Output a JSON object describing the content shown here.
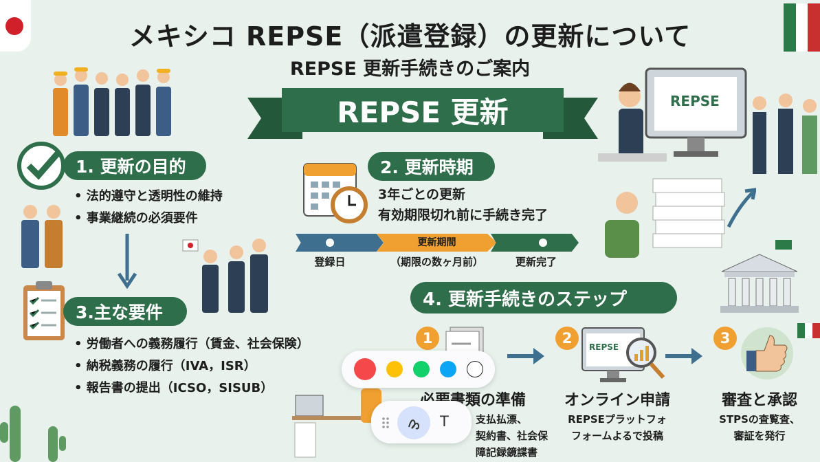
{
  "header": {
    "title": "メキシコ REPSE（派遣登録）の更新について",
    "subtitle": "REPSE 更新手続きのご案内",
    "banner": "REPSE 更新"
  },
  "section1": {
    "heading": "1. 更新の目的",
    "bullets": [
      "法的遵守と透明性の維持",
      "事業継続の必須要件"
    ]
  },
  "section2": {
    "heading": "2. 更新時期",
    "lines": [
      "3年ごとの更新",
      "有効期限切れ前に手続き完了"
    ],
    "timeline": {
      "stage1": "登録日",
      "stage2_title": "更新期間",
      "stage2": "（期限の数ヶ月前）",
      "stage3": "更新完了"
    }
  },
  "section3": {
    "heading": "3.主な要件",
    "bullets": [
      "労働者への義務履行（賃金、社会保険）",
      "納税義務の履行（IVA，ISR）",
      "報告書の提出（ICSO，SISUB）"
    ]
  },
  "section4": {
    "heading": "4. 更新手続きのステップ",
    "steps": [
      {
        "num": "1",
        "title": "必要書類の準備",
        "desc": [
          "支払払漂、",
          "契約書、社会保",
          "障記録鏡諜書"
        ]
      },
      {
        "num": "2",
        "title": "オンライン申請",
        "desc": [
          "REPSEプラットフォ",
          "フォームよるで投稿"
        ]
      },
      {
        "num": "3",
        "title": "審査と承認",
        "desc": [
          "STPSの査覧査、",
          "審証を発行"
        ]
      }
    ]
  },
  "illustration": {
    "screen_label": "REPSE",
    "monitor_label": "REPSE"
  },
  "annotation_toolbar": {
    "colors": [
      "#f5484b",
      "#ffc107",
      "#12d06a",
      "#0aa6f5",
      "#ffffff"
    ],
    "selected_tool": "pen",
    "text_tool": "T"
  },
  "colors": {
    "green": "#2f6e4a",
    "orange": "#f0a030",
    "blue": "#3f6f8e"
  }
}
